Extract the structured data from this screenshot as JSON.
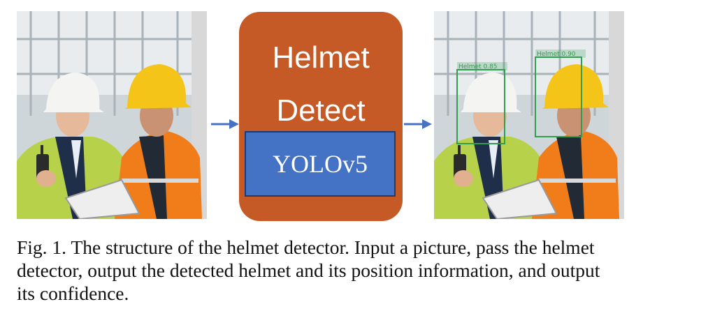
{
  "diagram": {
    "input_image": {
      "description_icon": "photo-icon"
    },
    "detector": {
      "line1": "Helmet",
      "line2": "Detect",
      "model": "YOLOv5",
      "colors": {
        "outer": "#c55a26",
        "inner": "#4472c4",
        "arrow": "#4472c4"
      }
    },
    "output_image": {
      "detections": [
        {
          "label": "Helmet 0.85"
        },
        {
          "label": "Helmet 0.90"
        }
      ],
      "box_color": "#2ea04f"
    }
  },
  "caption": {
    "line1": "Fig. 1. The structure of the helmet detector. Input a picture, pass the helmet",
    "line2": "detector, output the detected helmet and its position information, and output",
    "line3": "its confidence."
  }
}
